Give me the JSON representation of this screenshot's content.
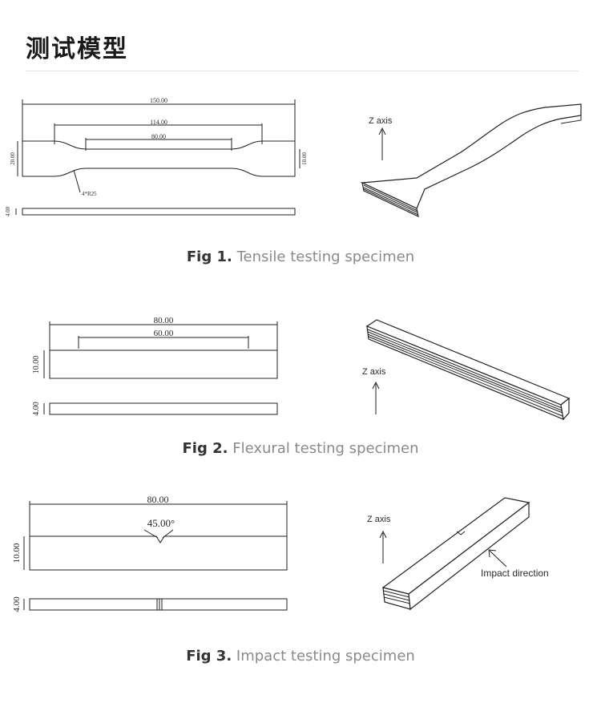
{
  "page": {
    "title": "测试模型"
  },
  "figures": [
    {
      "caption_num": "Fig 1.",
      "caption_text": "Tensile testing specimen",
      "dims": {
        "overall": "150.00",
        "mid": "114.00",
        "inner": "80.00",
        "height": "20.00",
        "neck": "10.00",
        "radius": "4*R25",
        "thickness": "4.00"
      },
      "axis_label": "Z axis"
    },
    {
      "caption_num": "Fig 2.",
      "caption_text": "Flexural testing specimen",
      "dims": {
        "overall": "80.00",
        "inner": "60.00",
        "height": "10.00",
        "thickness": "4.00"
      },
      "axis_label": "Z axis"
    },
    {
      "caption_num": "Fig 3.",
      "caption_text": "Impact testing specimen",
      "dims": {
        "overall": "80.00",
        "notch_angle": "45.00°",
        "height": "10.00",
        "thickness": "4.00"
      },
      "axis_label": "Z axis",
      "impact_label": "Impact direction"
    }
  ]
}
